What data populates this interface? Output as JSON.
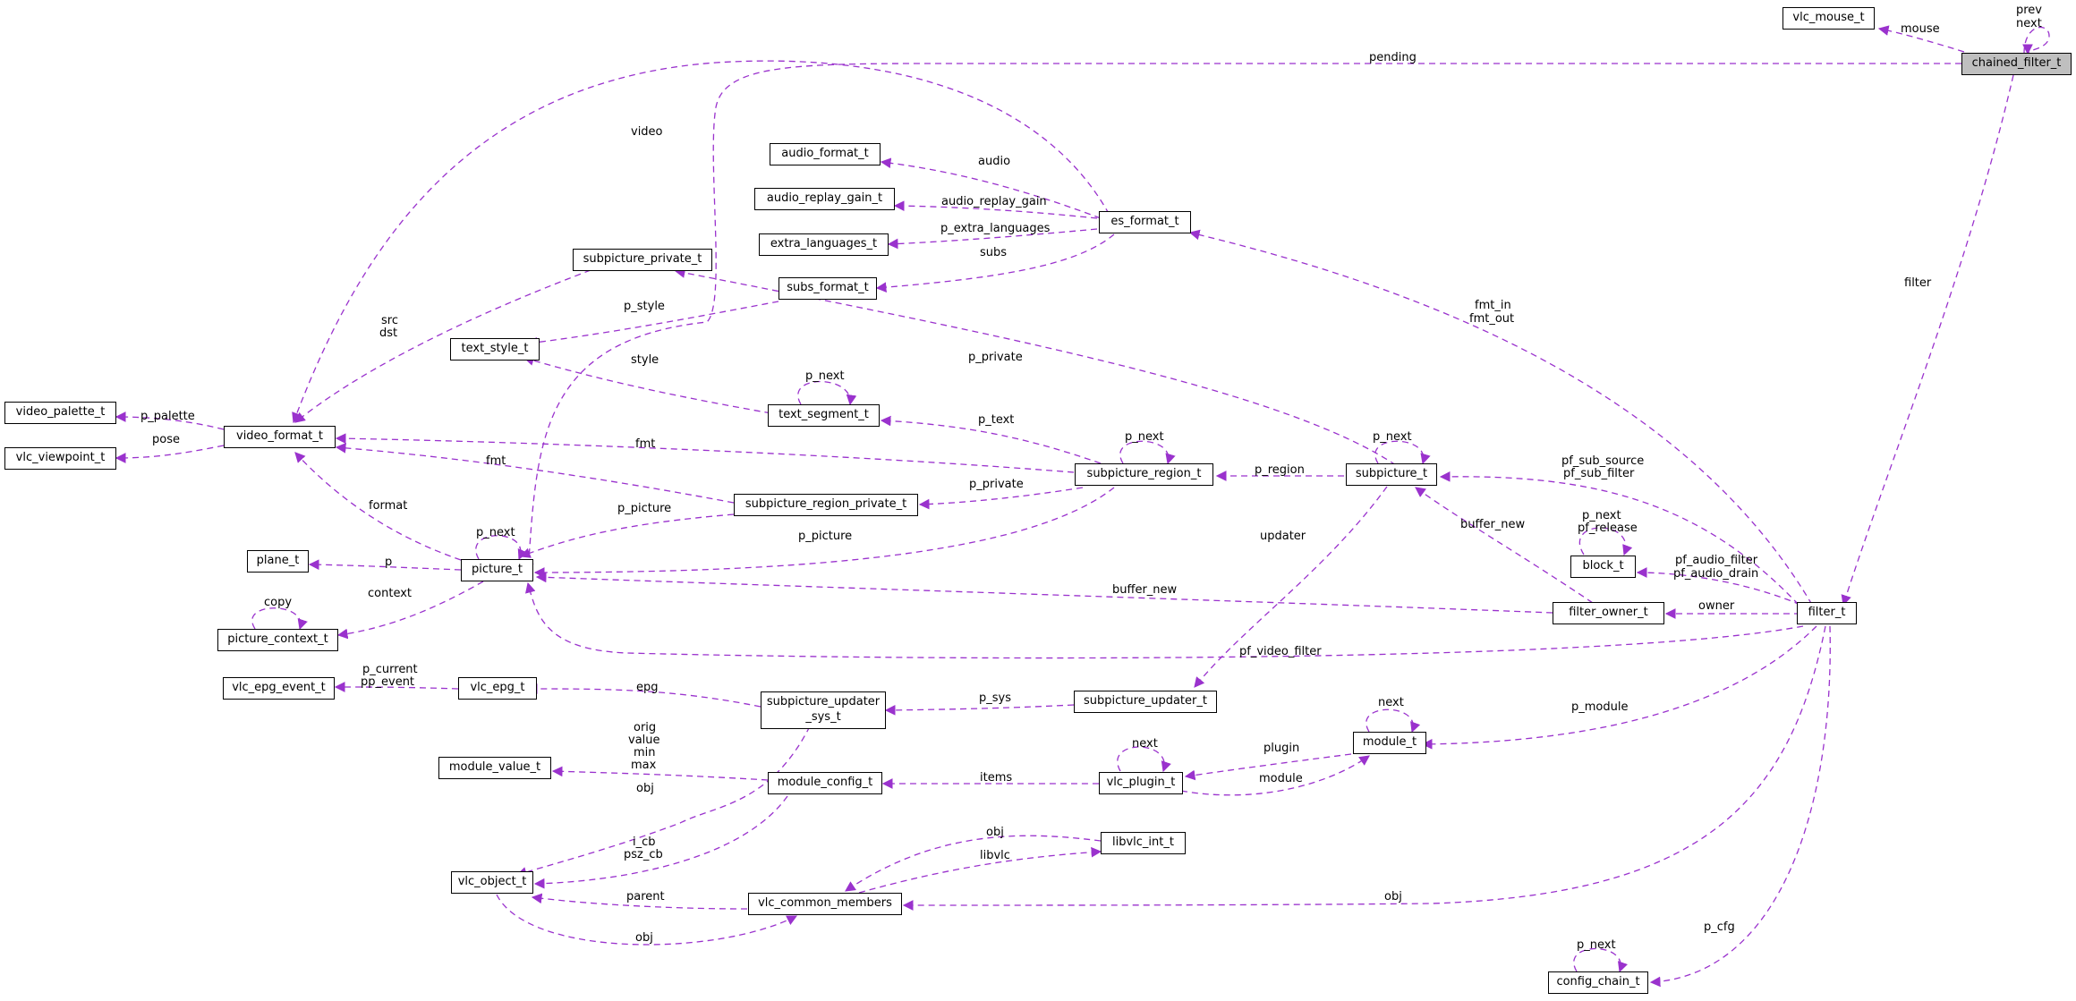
{
  "nodes": {
    "chained_filter_t": "chained_filter_t",
    "vlc_mouse_t": "vlc_mouse_t",
    "filter_t": "filter_t",
    "es_format_t": "es_format_t",
    "audio_format_t": "audio_format_t",
    "audio_replay_gain_t": "audio_replay_gain_t",
    "extra_languages_t": "extra_languages_t",
    "subs_format_t": "subs_format_t",
    "subpicture_private_t": "subpicture_private_t",
    "text_style_t": "text_style_t",
    "text_segment_t": "text_segment_t",
    "video_palette_t": "video_palette_t",
    "video_format_t": "video_format_t",
    "vlc_viewpoint_t": "vlc_viewpoint_t",
    "subpicture_region_t": "subpicture_region_t",
    "subpicture_t": "subpicture_t",
    "subpicture_region_private_t": "subpicture_region_private_t",
    "plane_t": "plane_t",
    "picture_t": "picture_t",
    "picture_context_t": "picture_context_t",
    "block_t": "block_t",
    "filter_owner_t": "filter_owner_t",
    "vlc_epg_event_t": "vlc_epg_event_t",
    "vlc_epg_t": "vlc_epg_t",
    "subpicture_updater_sys_t_1": "subpicture_updater",
    "subpicture_updater_sys_t_2": "_sys_t",
    "subpicture_updater_t": "subpicture_updater_t",
    "module_t": "module_t",
    "module_value_t": "module_value_t",
    "module_config_t": "module_config_t",
    "vlc_plugin_t": "vlc_plugin_t",
    "libvlc_int_t": "libvlc_int_t",
    "vlc_object_t": "vlc_object_t",
    "vlc_common_members": "vlc_common_members",
    "config_chain_t": "config_chain_t"
  },
  "edge_labels": {
    "prev": "prev",
    "next_root": "next",
    "mouse": "mouse",
    "pending": "pending",
    "filter": "filter",
    "video": "video",
    "audio": "audio",
    "audio_replay_gain": "audio_replay_gain",
    "p_extra_languages": "p_extra_languages",
    "subs": "subs",
    "fmt_in": "fmt_in",
    "fmt_out": "fmt_out",
    "src": "src",
    "dst": "dst",
    "p_style": "p_style",
    "style": "style",
    "p_next_textseg": "p_next",
    "p_private_sub": "p_private",
    "p_palette": "p_palette",
    "pose": "pose",
    "fmt1": "fmt",
    "p_text": "p_text",
    "p_next_region": "p_next",
    "p_next_sub": "p_next",
    "fmt2": "fmt",
    "p_private_region": "p_private",
    "p_region": "p_region",
    "format": "format",
    "p_picture1": "p_picture",
    "p_next_pic": "p_next",
    "updater": "updater",
    "pf_sub_source": "pf_sub_source",
    "pf_sub_filter": "pf_sub_filter",
    "buffer_new1": "buffer_new",
    "p_next_block": "p_next",
    "pf_release": "pf_release",
    "p_picture2": "p_picture",
    "p": "p",
    "pf_audio_filter": "pf_audio_filter",
    "pf_audio_drain": "pf_audio_drain",
    "buffer_new2": "buffer_new",
    "copy": "copy",
    "context": "context",
    "owner": "owner",
    "pf_video_filter": "pf_video_filter",
    "p_current": "p_current",
    "pp_event": "pp_event",
    "epg": "epg",
    "p_sys": "p_sys",
    "next_module": "next",
    "p_module": "p_module",
    "orig": "orig",
    "value": "value",
    "min": "min",
    "max": "max",
    "obj1": "obj",
    "next_plugin": "next",
    "plugin": "plugin",
    "items": "items",
    "module": "module",
    "obj2": "obj",
    "i_cb": "i_cb",
    "psz_cb": "psz_cb",
    "libvlc": "libvlc",
    "parent": "parent",
    "obj3": "obj",
    "obj4": "obj",
    "p_cfg": "p_cfg",
    "p_next_cfg": "p_next"
  },
  "colors": {
    "edge": "#9a32cd",
    "root_fill": "#bfbfbf",
    "node_border": "#000000"
  }
}
